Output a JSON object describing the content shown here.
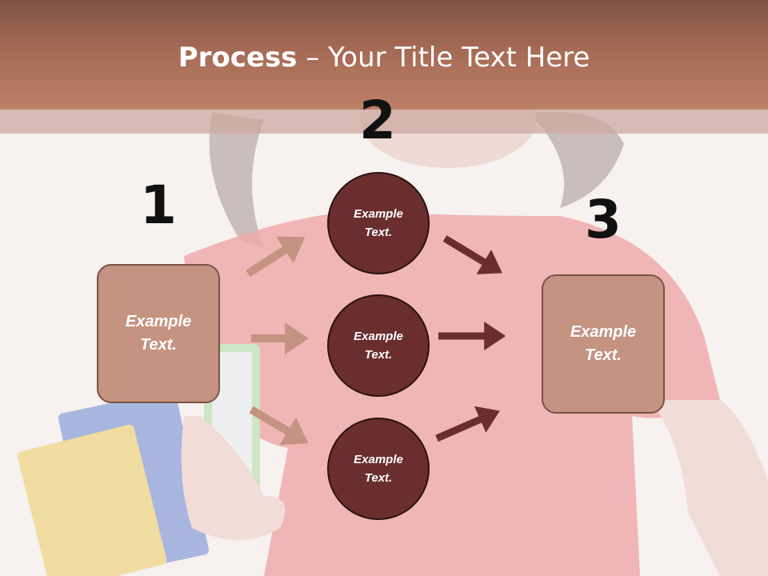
{
  "title": {
    "bold": "Process",
    "rest": " – Your Title Text Here"
  },
  "steps": {
    "one": "1",
    "two": "2",
    "three": "3"
  },
  "left_box": "Example Text.",
  "circles": [
    "Example Text.",
    "Example Text.",
    "Example Text."
  ],
  "right_box": "Example Text.",
  "colors": {
    "header": "#a56a55",
    "box_fill": "#c49381",
    "circle_fill": "#6a2e2e",
    "arrow_light": "#c49381",
    "arrow_dark": "#6a2e2e"
  },
  "background_image": "girl-holding-books-photo"
}
